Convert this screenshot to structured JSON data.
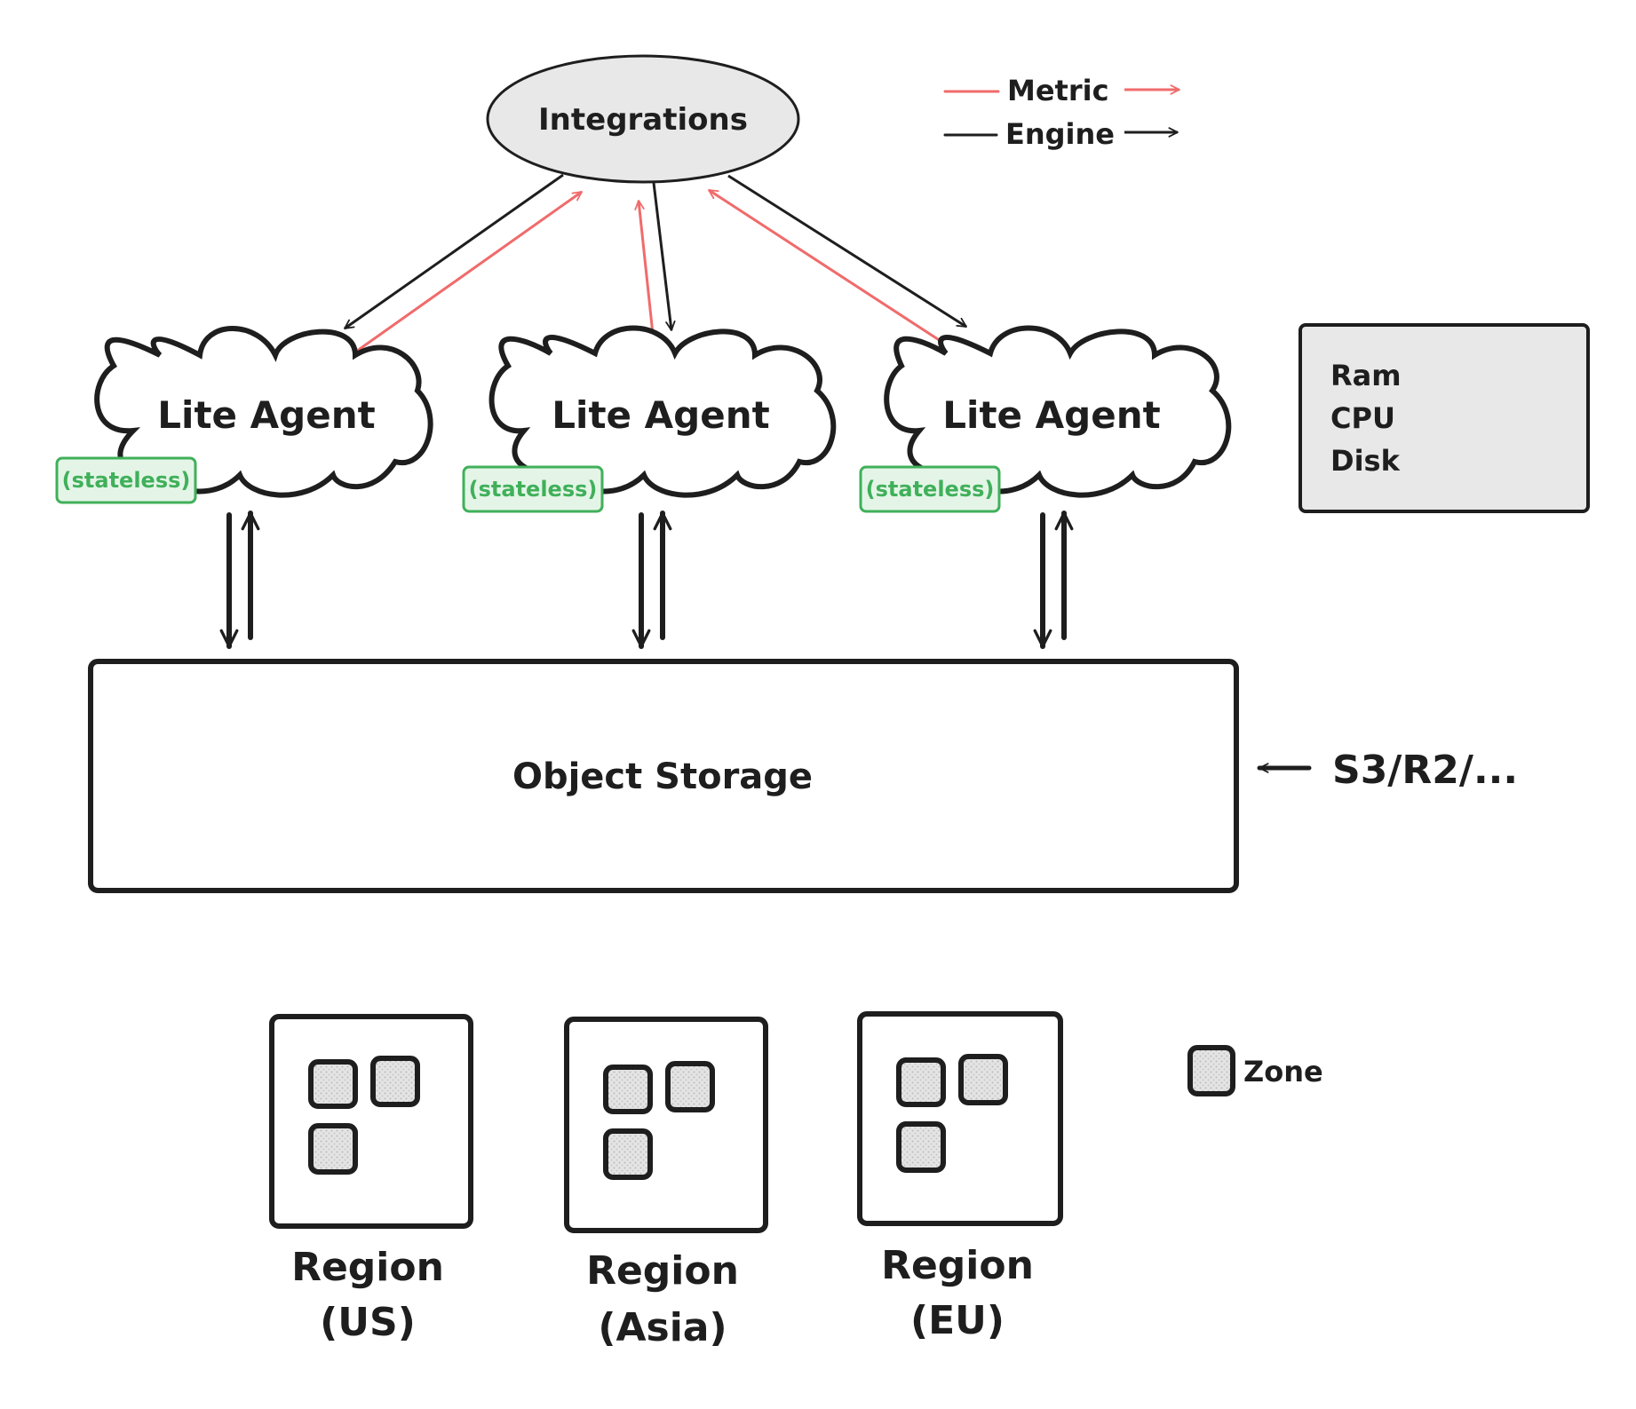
{
  "integrations": {
    "label": "Integrations"
  },
  "legend": {
    "metric_label": "Metric",
    "engine_label": "Engine",
    "metric_color": "#f06b6b",
    "engine_color": "#1e1e1e"
  },
  "agents": [
    {
      "label": "Lite Agent",
      "tag": "(stateless)"
    },
    {
      "label": "Lite Agent",
      "tag": "(stateless)"
    },
    {
      "label": "Lite Agent",
      "tag": "(stateless)"
    }
  ],
  "resources": {
    "items": [
      "Ram",
      "CPU",
      "Disk"
    ]
  },
  "storage": {
    "label": "Object Storage",
    "providers": "S3/R2/..."
  },
  "regions": [
    {
      "title": "Region",
      "name": "(US)"
    },
    {
      "title": "Region",
      "name": "(Asia)"
    },
    {
      "title": "Region",
      "name": "(EU)"
    }
  ],
  "zone_legend": {
    "label": "Zone"
  },
  "colors": {
    "stroke": "#1e1e1e",
    "metric": "#f06b6b",
    "tag": "#40b05a",
    "tag_fill": "#e4f5e7",
    "integrations_fill": "#e8e8e8",
    "resources_fill": "#e8e8e8",
    "zone_fill": "#d6d6d6"
  }
}
